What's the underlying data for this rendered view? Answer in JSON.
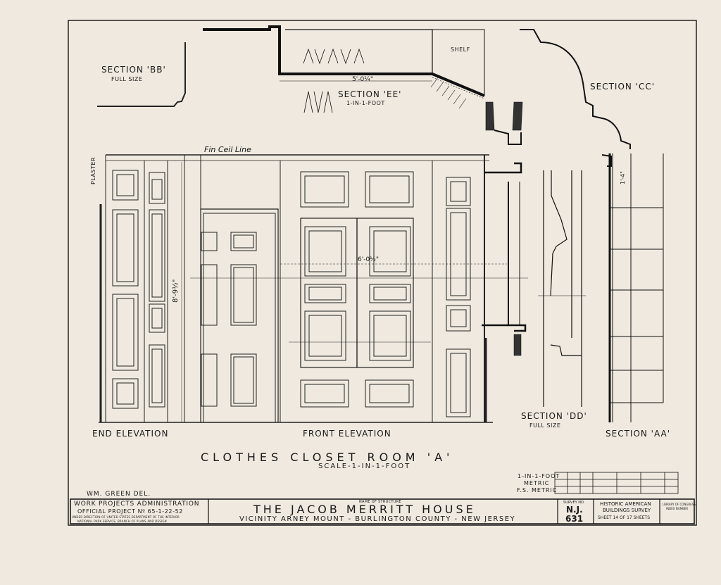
{
  "sections": {
    "bb": "SECTION 'BB'",
    "bb_sub": "FULL SIZE",
    "ee": "SECTION 'EE'",
    "ee_sub": "1-IN-1-FOOT",
    "cc": "SECTION 'CC'",
    "dd": "SECTION 'DD'",
    "dd_sub": "FULL SIZE",
    "aa": "SECTION 'AA'"
  },
  "annotations": {
    "fin_ceil_line": "Fin Ceil Line",
    "shelf": "SHELF",
    "plaster": "PLASTER",
    "dim_5_0": "5'-0¼\"",
    "dim_8_9": "8'-9½\"",
    "dim_6_0": "6'-0½\"",
    "dim_1_4": "1'-4\""
  },
  "elevations": {
    "end": "END ELEVATION",
    "front": "FRONT ELEVATION"
  },
  "drawing_title": "CLOTHES CLOSET ROOM 'A'",
  "drawing_scale": "SCALE-1-IN-1-FOOT",
  "delineator": "WM. GREEN DEL.",
  "scale_bar": {
    "row1": "1-IN-1-FOOT",
    "row2": "METRIC",
    "row3": "F.S. METRIC"
  },
  "title_block": {
    "agency_line1": "WORK PROJECTS ADMINISTRATION",
    "agency_line2": "OFFICIAL PROJECT Nº 65-1-22-52",
    "agency_line3": "UNDER DIRECTION OF UNITED STATES DEPARTMENT OF THE INTERIOR",
    "agency_line4": "NATIONAL PARK SERVICE, BRANCH OF PLANS AND DESIGN",
    "name_caption": "NAME OF STRUCTURE",
    "structure_name": "THE JACOB MERRITT HOUSE",
    "location": "VICINITY ARNEY MOUNT - BURLINGTON COUNTY - NEW JERSEY",
    "survey_caption": "SURVEY NO.",
    "survey_state": "N.J.",
    "survey_number": "631",
    "habs_line1": "HISTORIC AMERICAN",
    "habs_line2": "BUILDINGS SURVEY",
    "sheet_text": "SHEET 14 OF 17 SHEETS",
    "library_line1": "LIBRARY OF CONGRESS",
    "library_line2": "INDEX NUMBER"
  },
  "colors": {
    "paper": "#efe9df",
    "ink": "#1a1a1a"
  }
}
